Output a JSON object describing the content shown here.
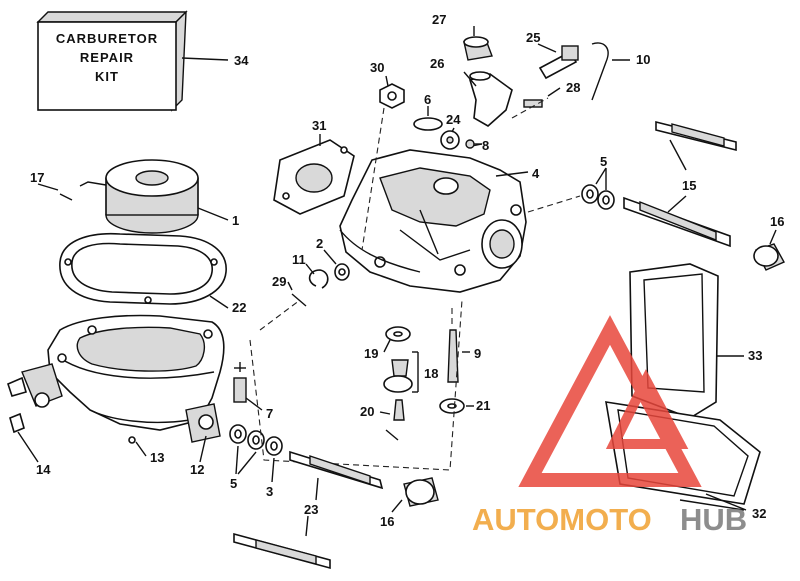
{
  "kit_label": {
    "line1": "CARBURETOR",
    "line2": "REPAIR",
    "line3": "KIT"
  },
  "callouts": {
    "c1": "1",
    "c2": "2",
    "c3": "3",
    "c4": "4",
    "c5a": "5",
    "c5b": "5",
    "c6": "6",
    "c7": "7",
    "c8": "8",
    "c9": "9",
    "c10": "10",
    "c11": "11",
    "c12": "12",
    "c13": "13",
    "c14": "14",
    "c15": "15",
    "c16a": "16",
    "c16b": "16",
    "c17": "17",
    "c18": "18",
    "c19": "19",
    "c20": "20",
    "c21": "21",
    "c22": "22",
    "c23": "23",
    "c24": "24",
    "c25": "25",
    "c26": "26",
    "c27": "27",
    "c28": "28",
    "c29": "29",
    "c30": "30",
    "c31": "31",
    "c32": "32",
    "c33": "33",
    "c34": "34"
  },
  "watermark": {
    "part1": "AUTOMOTO",
    "part2": "HUB"
  },
  "colors": {
    "watermark_red": "#e8473c",
    "watermark_orange": "#f0a030",
    "watermark_gray": "#7a7a7a"
  }
}
